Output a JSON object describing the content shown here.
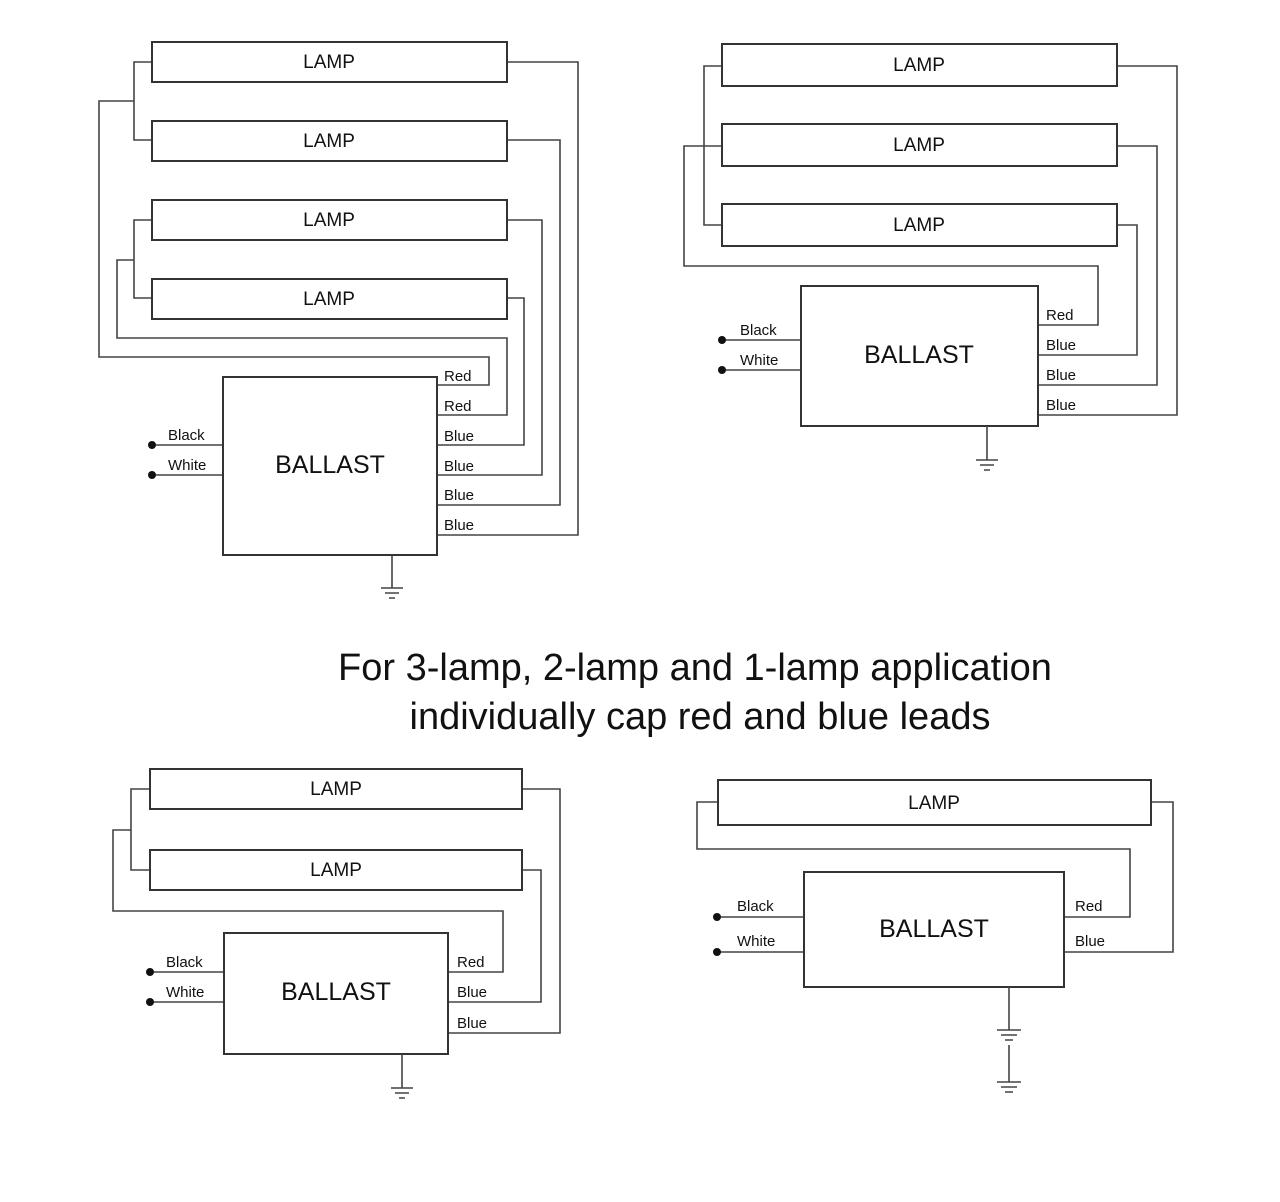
{
  "caption": {
    "line1": "For 3-lamp, 2-lamp and 1-lamp application",
    "line2": "individually cap red and blue leads"
  },
  "diagrams": {
    "four_lamp": {
      "lamp_labels": [
        "LAMP",
        "LAMP",
        "LAMP",
        "LAMP"
      ],
      "ballast_label": "BALLAST",
      "input_leads": [
        "Black",
        "White"
      ],
      "output_leads": [
        "Red",
        "Red",
        "Blue",
        "Blue",
        "Blue",
        "Blue"
      ]
    },
    "three_lamp": {
      "lamp_labels": [
        "LAMP",
        "LAMP",
        "LAMP"
      ],
      "ballast_label": "BALLAST",
      "input_leads": [
        "Black",
        "White"
      ],
      "output_leads": [
        "Red",
        "Blue",
        "Blue",
        "Blue"
      ]
    },
    "two_lamp": {
      "lamp_labels": [
        "LAMP",
        "LAMP"
      ],
      "ballast_label": "BALLAST",
      "input_leads": [
        "Black",
        "White"
      ],
      "output_leads": [
        "Red",
        "Blue",
        "Blue"
      ]
    },
    "one_lamp": {
      "lamp_labels": [
        "LAMP"
      ],
      "ballast_label": "BALLAST",
      "input_leads": [
        "Black",
        "White"
      ],
      "output_leads": [
        "Red",
        "Blue"
      ]
    }
  }
}
